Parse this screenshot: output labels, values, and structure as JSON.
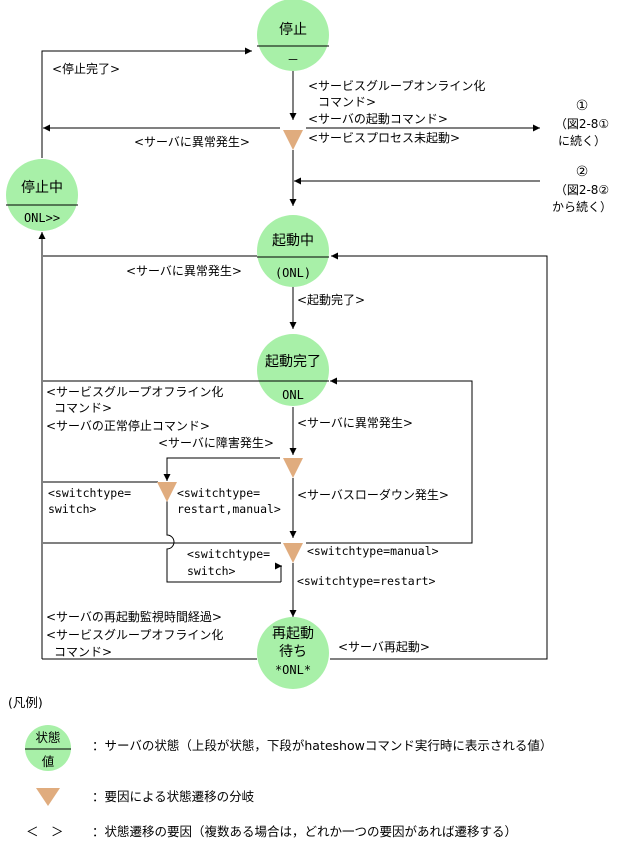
{
  "states": {
    "stopped": {
      "top": "停止",
      "bottom": "－"
    },
    "stopping": {
      "top": "停止中",
      "bottom": "ONL>>"
    },
    "starting": {
      "top": "起動中",
      "bottom": "(ONL)"
    },
    "started": {
      "top": "起動完了",
      "bottom": "ONL"
    },
    "waiting": {
      "top": "再起動",
      "mid": "待ち",
      "bottom": "*ONL*"
    }
  },
  "labels": {
    "stop_done": "<停止完了>",
    "online_cmd_1": "<サービスグループオンライン化",
    "online_cmd_2": "コマンド>",
    "server_start_cmd": "<サーバの起動コマンド>",
    "service_not_started": "<サービスプロセス未起動>",
    "server_error_1": "<サーバに異常発生>",
    "server_error_2": "<サーバに異常発生>",
    "server_error_3": "<サーバに異常発生>",
    "ref1_num": "①",
    "ref1_line1": "（図2-8①",
    "ref1_line2": "に続く）",
    "ref2_num": "②",
    "ref2_line1": "（図2-8②",
    "ref2_line2": "から続く）",
    "start_done": "<起動完了>",
    "offline_cmd_1": "<サービスグループオフライン化",
    "offline_cmd_2": "コマンド>",
    "normal_stop_cmd": "<サーバの正常停止コマンド>",
    "server_failure": "<サーバに障害発生>",
    "sw_switch_1": "<switchtype=",
    "sw_switch_2": "switch>",
    "sw_restart_1": "<switchtype=",
    "sw_restart_2": "restart,manual>",
    "slowdown": "<サーバスローダウン発生>",
    "sw_switch2_1": "<switchtype=",
    "sw_switch2_2": "switch>",
    "sw_manual": "<switchtype=manual>",
    "sw_restart": "<switchtype=restart>",
    "restart_timeout": "<サーバの再起動監視時間経過>",
    "offline_cmd2_1": "<サービスグループオフライン化",
    "offline_cmd2_2": "コマンド>",
    "server_restart": "<サーバ再起動>"
  },
  "legend": {
    "title": "(凡例)",
    "state_top": "状態",
    "state_bottom": "値",
    "state_desc": "：サーバの状態（上段が状態，下段がhateshowコマンド実行時に表示される値）",
    "branch_desc": "：要因による状態遷移の分岐",
    "cause_symbol": "＜　＞",
    "cause_desc": "：状態遷移の要因（複数ある場合は，どれか一つの要因があれば遷移する）"
  },
  "colors": {
    "state_fill": "#a8f0a8",
    "branch_fill": "#e0ac7e",
    "line": "#000000"
  }
}
